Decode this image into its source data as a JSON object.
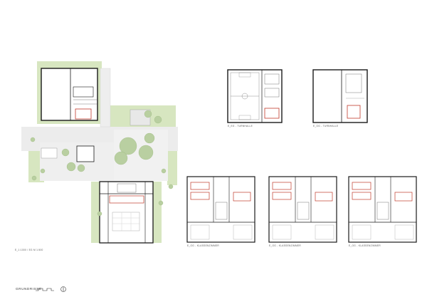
{
  "sheet": {
    "title": "GRUNDRISSE",
    "site_plan_label": "E_1:1000 / EG M 1:500",
    "labels": {
      "gym_ground": "E_EG - TURNHALLE",
      "gym_upper": "E_OG - TURNHALLE",
      "class_1": "E_OG - KLASSENZIMMER",
      "class_2": "E_OG - KLASSENZIMMER",
      "class_3": "E_OG - KLASSENZIMMER"
    },
    "colors": {
      "wall": "#1a1a1a",
      "accent": "#c0392b",
      "green": "#c8dba8",
      "hedge": "#9cbf7a",
      "paving": "#e6e6e6",
      "tree": "#b8cfa0"
    }
  }
}
